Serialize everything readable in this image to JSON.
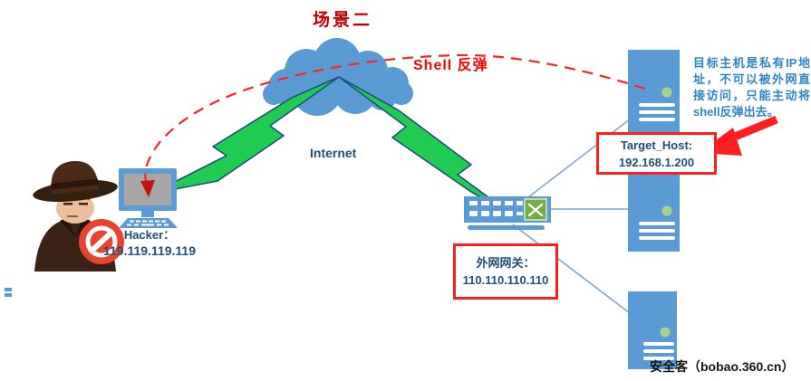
{
  "title": "场景二",
  "shell_label": "Shell 反弹",
  "internet_label": "Internet",
  "hacker": {
    "label": "Hacker：",
    "ip": "119.119.119.119"
  },
  "gateway_box": {
    "label": "外网网关：",
    "ip": "110.110.110.110"
  },
  "target_box": {
    "label": "Target_Host:",
    "ip": "192.168.1.200"
  },
  "note": "目标主机是私有IP地址，不可以被外网直接访问，只能主动将shell反弹出去。",
  "watermark": "安全客（bobao.360.cn）",
  "icons": [
    "internet-cloud-icon",
    "lightning-bolt-icon",
    "hacker-spy-icon",
    "no-entry-icon",
    "hacker-computer-icon",
    "gateway-switch-icon",
    "server-tower-icon",
    "reverse-shell-dashed-arrow",
    "target-pointer-arrow"
  ],
  "colors": {
    "device_blue": "#5b9bd5",
    "dark_blue_text": "#1f4e79",
    "note_blue": "#2e86c6",
    "bright_red": "#ff1f1f",
    "dark_red_title": "#c00000",
    "bolt_green": "#21cc52",
    "bolt_outline": "#1f4e79",
    "led_green": "#a9d18e",
    "switch_icon_green": "#70ad47",
    "screen_gray": "#a6a6a6",
    "hacker_brown": "#3a2314",
    "no_sign_red": "#e8432d"
  }
}
